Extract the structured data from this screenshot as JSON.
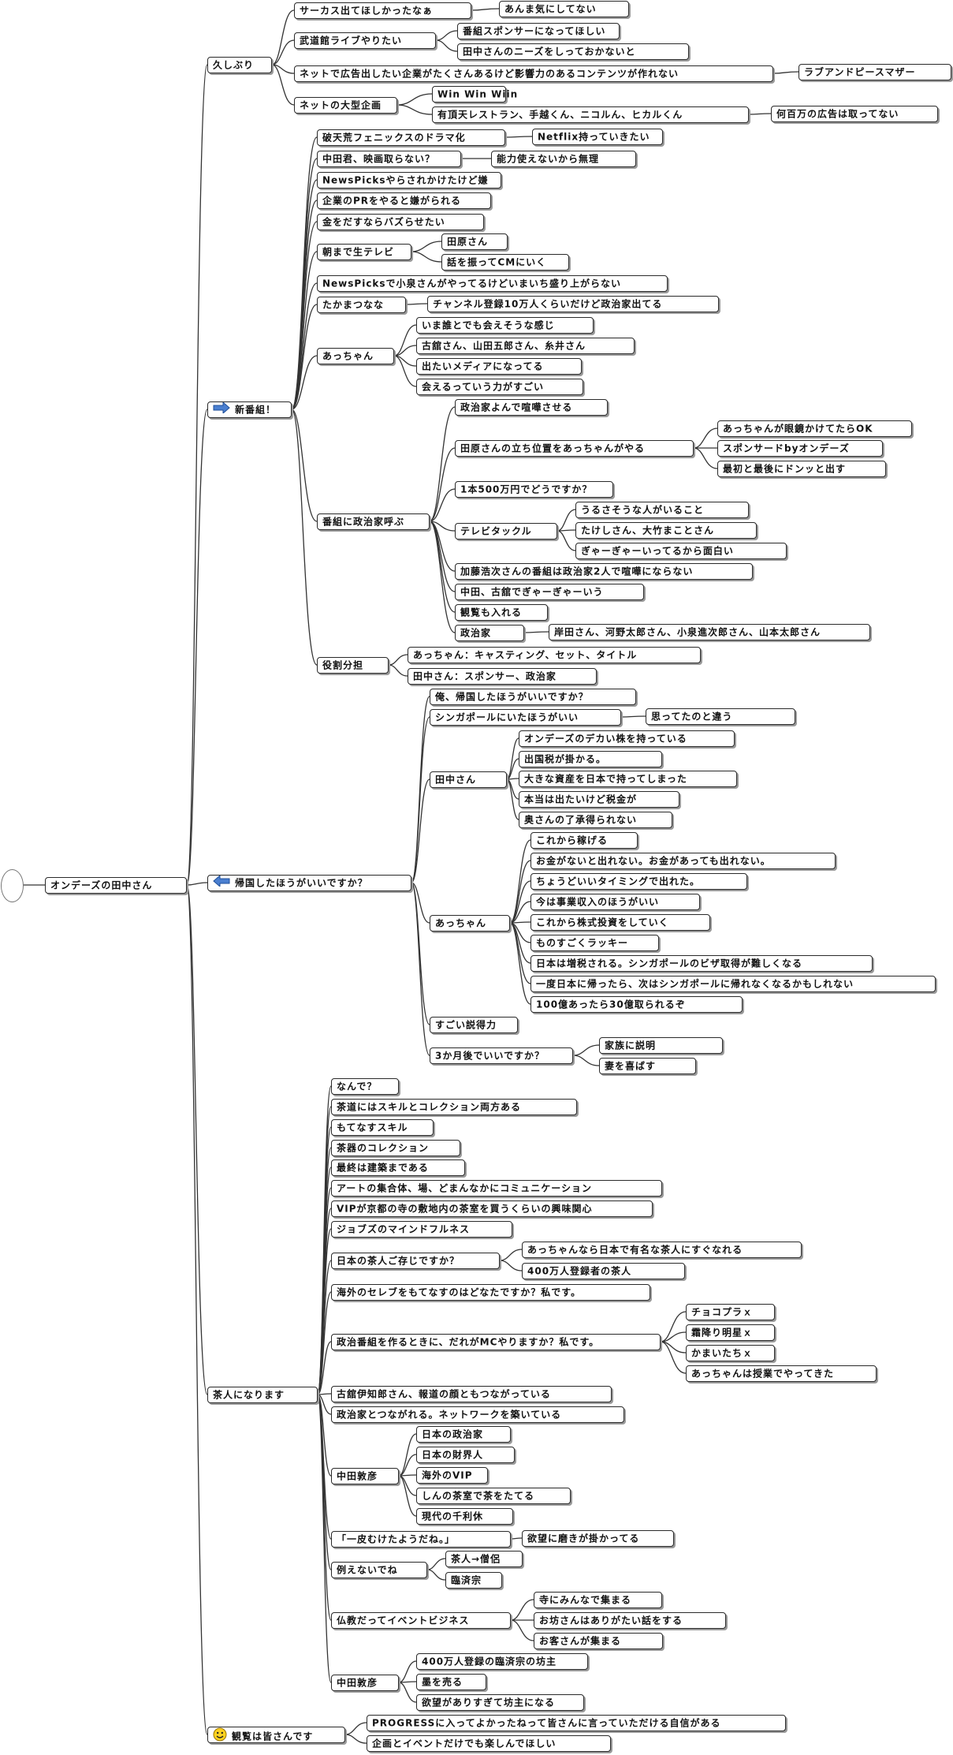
{
  "mindmap": {
    "root": {
      "label": "オンデーズの田中さん"
    },
    "nodes": [
      {
        "id": "n1",
        "parent": "root",
        "label": "久しぶり"
      },
      {
        "id": "n1a",
        "parent": "n1",
        "label": "サーカス出てほしかったなぁ"
      },
      {
        "id": "n1a1",
        "parent": "n1a",
        "label": "あんま気にしてない"
      },
      {
        "id": "n1b",
        "parent": "n1",
        "label": "武道館ライブやりたい"
      },
      {
        "id": "n1b1",
        "parent": "n1b",
        "label": "番組スポンサーになってほしい"
      },
      {
        "id": "n1b2",
        "parent": "n1b",
        "label": "田中さんのニーズをしっておかないと"
      },
      {
        "id": "n1c",
        "parent": "n1",
        "label": "ネットで広告出したい企業がたくさんあるけど影響力のあるコンテンツが作れない"
      },
      {
        "id": "n1c1",
        "parent": "n1c",
        "label": "ラブアンドピースマザー"
      },
      {
        "id": "n1d",
        "parent": "n1",
        "label": "ネットの大型企画"
      },
      {
        "id": "n1d1",
        "parent": "n1d",
        "label": "Win Win Wiin"
      },
      {
        "id": "n1d2",
        "parent": "n1d",
        "label": "有頂天レストラン、手越くん、ニコルん、ヒカルくん"
      },
      {
        "id": "n1d2a",
        "parent": "n1d2",
        "label": "何百万の広告は取ってない"
      },
      {
        "id": "n2",
        "parent": "root",
        "label": "新番組！",
        "icon": "arrow-right-icon"
      },
      {
        "id": "n2a",
        "parent": "n2",
        "label": "破天荒フェニックスのドラマ化"
      },
      {
        "id": "n2a1",
        "parent": "n2a",
        "label": "Netflix持っていきたい"
      },
      {
        "id": "n2b",
        "parent": "n2",
        "label": "中田君、映画取らない？"
      },
      {
        "id": "n2b1",
        "parent": "n2b",
        "label": "能力使えないから無理"
      },
      {
        "id": "n2c",
        "parent": "n2",
        "label": "NewsPicksやらされかけたけど嫌"
      },
      {
        "id": "n2d",
        "parent": "n2",
        "label": "企業のPRをやると嫌がられる"
      },
      {
        "id": "n2e",
        "parent": "n2",
        "label": "金をだすならバズらせたい"
      },
      {
        "id": "n2f",
        "parent": "n2",
        "label": "朝まで生テレビ"
      },
      {
        "id": "n2f1",
        "parent": "n2f",
        "label": "田原さん"
      },
      {
        "id": "n2f2",
        "parent": "n2f",
        "label": "話を振ってCMにいく"
      },
      {
        "id": "n2g",
        "parent": "n2",
        "label": "NewsPicksで小泉さんがやってるけどいまいち盛り上がらない"
      },
      {
        "id": "n2h",
        "parent": "n2",
        "label": "たかまつなな"
      },
      {
        "id": "n2h1",
        "parent": "n2h",
        "label": "チャンネル登録10万人くらいだけど政治家出てる"
      },
      {
        "id": "n2i",
        "parent": "n2",
        "label": "あっちゃん"
      },
      {
        "id": "n2i1",
        "parent": "n2i",
        "label": "いま誰とでも会えそうな感じ"
      },
      {
        "id": "n2i2",
        "parent": "n2i",
        "label": "古舘さん、山田五郎さん、糸井さん"
      },
      {
        "id": "n2i3",
        "parent": "n2i",
        "label": "出たいメディアになってる"
      },
      {
        "id": "n2i4",
        "parent": "n2i",
        "label": "会えるっていう力がすごい"
      },
      {
        "id": "n2j",
        "parent": "n2",
        "label": "番組に政治家呼ぶ"
      },
      {
        "id": "n2j1",
        "parent": "n2j",
        "label": "政治家よんで喧嘩させる"
      },
      {
        "id": "n2j2",
        "parent": "n2j",
        "label": "田原さんの立ち位置をあっちゃんがやる"
      },
      {
        "id": "n2j2a",
        "parent": "n2j2",
        "label": "あっちゃんが眼鏡かけてたらOK"
      },
      {
        "id": "n2j2b",
        "parent": "n2j2",
        "label": "スポンサードbyオンデーズ"
      },
      {
        "id": "n2j2c",
        "parent": "n2j2",
        "label": "最初と最後にドンッと出す"
      },
      {
        "id": "n2j3",
        "parent": "n2j",
        "label": "1本500万円でどうですか？"
      },
      {
        "id": "n2j4",
        "parent": "n2j",
        "label": "テレビタックル"
      },
      {
        "id": "n2j4a",
        "parent": "n2j4",
        "label": "うるさそうな人がいること"
      },
      {
        "id": "n2j4b",
        "parent": "n2j4",
        "label": "たけしさん、大竹まことさん"
      },
      {
        "id": "n2j4c",
        "parent": "n2j4",
        "label": "ぎゃーぎゃーいってるから面白い"
      },
      {
        "id": "n2j5",
        "parent": "n2j",
        "label": "加藤浩次さんの番組は政治家2人で喧嘩にならない"
      },
      {
        "id": "n2j6",
        "parent": "n2j",
        "label": "中田、古舘でぎゃーぎゃーいう"
      },
      {
        "id": "n2j7",
        "parent": "n2j",
        "label": "観覧も入れる"
      },
      {
        "id": "n2j8",
        "parent": "n2j",
        "label": "政治家"
      },
      {
        "id": "n2j8a",
        "parent": "n2j8",
        "label": "岸田さん、河野太郎さん、小泉進次郎さん、山本太郎さん"
      },
      {
        "id": "n2k",
        "parent": "n2",
        "label": "役割分担"
      },
      {
        "id": "n2k1",
        "parent": "n2k",
        "label": "あっちゃん：キャスティング、セット、タイトル"
      },
      {
        "id": "n2k2",
        "parent": "n2k",
        "label": "田中さん：スポンサー、政治家"
      },
      {
        "id": "n3",
        "parent": "root",
        "label": "帰国したほうがいいですか？",
        "icon": "arrow-left-icon"
      },
      {
        "id": "n3a",
        "parent": "n3",
        "label": "俺、帰国したほうがいいですか？"
      },
      {
        "id": "n3b",
        "parent": "n3",
        "label": "シンガポールにいたほうがいい"
      },
      {
        "id": "n3b1",
        "parent": "n3b",
        "label": "思ってたのと違う"
      },
      {
        "id": "n3c",
        "parent": "n3",
        "label": "田中さん"
      },
      {
        "id": "n3c1",
        "parent": "n3c",
        "label": "オンデーズのデカい株を持っている"
      },
      {
        "id": "n3c2",
        "parent": "n3c",
        "label": "出国税が掛かる。"
      },
      {
        "id": "n3c3",
        "parent": "n3c",
        "label": "大きな資産を日本で持ってしまった"
      },
      {
        "id": "n3c4",
        "parent": "n3c",
        "label": "本当は出たいけど税金が"
      },
      {
        "id": "n3c5",
        "parent": "n3c",
        "label": "奥さんの了承得られない"
      },
      {
        "id": "n3d",
        "parent": "n3",
        "label": "あっちゃん"
      },
      {
        "id": "n3d1",
        "parent": "n3d",
        "label": "これから稼げる"
      },
      {
        "id": "n3d2",
        "parent": "n3d",
        "label": "お金がないと出れない。お金があっても出れない。"
      },
      {
        "id": "n3d3",
        "parent": "n3d",
        "label": "ちょうどいいタイミングで出れた。"
      },
      {
        "id": "n3d4",
        "parent": "n3d",
        "label": "今は事業収入のほうがいい"
      },
      {
        "id": "n3d5",
        "parent": "n3d",
        "label": "これから株式投資をしていく"
      },
      {
        "id": "n3d6",
        "parent": "n3d",
        "label": "ものすごくラッキー"
      },
      {
        "id": "n3d7",
        "parent": "n3d",
        "label": "日本は増税される。シンガポールのビザ取得が難しくなる"
      },
      {
        "id": "n3d8",
        "parent": "n3d",
        "label": "一度日本に帰ったら、次はシンガポールに帰れなくなるかもしれない"
      },
      {
        "id": "n3d9",
        "parent": "n3d",
        "label": "100億あったら30億取られるぞ"
      },
      {
        "id": "n3e",
        "parent": "n3",
        "label": "すごい説得力"
      },
      {
        "id": "n3f",
        "parent": "n3",
        "label": "3か月後でいいですか？"
      },
      {
        "id": "n3f1",
        "parent": "n3f",
        "label": "家族に説明"
      },
      {
        "id": "n3f2",
        "parent": "n3f",
        "label": "妻を喜ばす"
      },
      {
        "id": "n4",
        "parent": "root",
        "label": "茶人になります"
      },
      {
        "id": "n4a",
        "parent": "n4",
        "label": "なんで？"
      },
      {
        "id": "n4b",
        "parent": "n4",
        "label": "茶道にはスキルとコレクション両方ある"
      },
      {
        "id": "n4c",
        "parent": "n4",
        "label": "もてなすスキル"
      },
      {
        "id": "n4d",
        "parent": "n4",
        "label": "茶器のコレクション"
      },
      {
        "id": "n4e",
        "parent": "n4",
        "label": "最終は建築まである"
      },
      {
        "id": "n4f",
        "parent": "n4",
        "label": "アートの集合体、場、どまんなかにコミュニケーション"
      },
      {
        "id": "n4g",
        "parent": "n4",
        "label": "VIPが京都の寺の敷地内の茶室を買うくらいの興味関心"
      },
      {
        "id": "n4h",
        "parent": "n4",
        "label": "ジョブズのマインドフルネス"
      },
      {
        "id": "n4i",
        "parent": "n4",
        "label": "日本の茶人ご存じですか？"
      },
      {
        "id": "n4i1",
        "parent": "n4i",
        "label": "あっちゃんなら日本で有名な茶人にすぐなれる"
      },
      {
        "id": "n4i2",
        "parent": "n4i",
        "label": "400万人登録者の茶人"
      },
      {
        "id": "n4j",
        "parent": "n4",
        "label": "海外のセレブをもてなすのはどなたですか？私です。"
      },
      {
        "id": "n4k",
        "parent": "n4",
        "label": "政治番組を作るときに、だれがMCやりますか？私です。"
      },
      {
        "id": "n4k1",
        "parent": "n4k",
        "label": "チョコプラｘ"
      },
      {
        "id": "n4k2",
        "parent": "n4k",
        "label": "霜降り明星ｘ"
      },
      {
        "id": "n4k3",
        "parent": "n4k",
        "label": "かまいたちｘ"
      },
      {
        "id": "n4k4",
        "parent": "n4k",
        "label": "あっちゃんは授業でやってきた"
      },
      {
        "id": "n4l",
        "parent": "n4",
        "label": "古舘伊知郎さん、報道の顔ともつながっている"
      },
      {
        "id": "n4m",
        "parent": "n4",
        "label": "政治家とつながれる。ネットワークを築いている"
      },
      {
        "id": "n4n",
        "parent": "n4",
        "label": "中田敦彦"
      },
      {
        "id": "n4n1",
        "parent": "n4n",
        "label": "日本の政治家"
      },
      {
        "id": "n4n2",
        "parent": "n4n",
        "label": "日本の財界人"
      },
      {
        "id": "n4n3",
        "parent": "n4n",
        "label": "海外のVIP"
      },
      {
        "id": "n4n4",
        "parent": "n4n",
        "label": "しんの茶室で茶をたてる"
      },
      {
        "id": "n4n5",
        "parent": "n4n",
        "label": "現代の千利休"
      },
      {
        "id": "n4o",
        "parent": "n4",
        "label": "「一皮むけたようだね。」"
      },
      {
        "id": "n4o1",
        "parent": "n4o",
        "label": "欲望に磨きが掛かってる"
      },
      {
        "id": "n4p",
        "parent": "n4",
        "label": "例えないでね"
      },
      {
        "id": "n4p1",
        "parent": "n4p",
        "label": "茶人→僧侶"
      },
      {
        "id": "n4p2",
        "parent": "n4p",
        "label": "臨済宗"
      },
      {
        "id": "n4q",
        "parent": "n4",
        "label": "仏教だってイベントビジネス"
      },
      {
        "id": "n4q1",
        "parent": "n4q",
        "label": "寺にみんなで集まる"
      },
      {
        "id": "n4q2",
        "parent": "n4q",
        "label": "お坊さんはありがたい話をする"
      },
      {
        "id": "n4q3",
        "parent": "n4q",
        "label": "お客さんが集まる"
      },
      {
        "id": "n4r",
        "parent": "n4",
        "label": "中田敦彦"
      },
      {
        "id": "n4r1",
        "parent": "n4r",
        "label": "400万人登録の臨済宗の坊主"
      },
      {
        "id": "n4r2",
        "parent": "n4r",
        "label": "墨を売る"
      },
      {
        "id": "n4r3",
        "parent": "n4r",
        "label": "欲望がありすぎて坊主になる"
      },
      {
        "id": "n5",
        "parent": "root",
        "label": "観覧は皆さんです",
        "icon": "smiley-icon"
      },
      {
        "id": "n5a",
        "parent": "n5",
        "label": "PROGRESSに入ってよかったねって皆さんに言っていただける自信がある"
      },
      {
        "id": "n5b",
        "parent": "n5",
        "label": "企画とイベントだけでも楽しんでほしい"
      }
    ]
  }
}
